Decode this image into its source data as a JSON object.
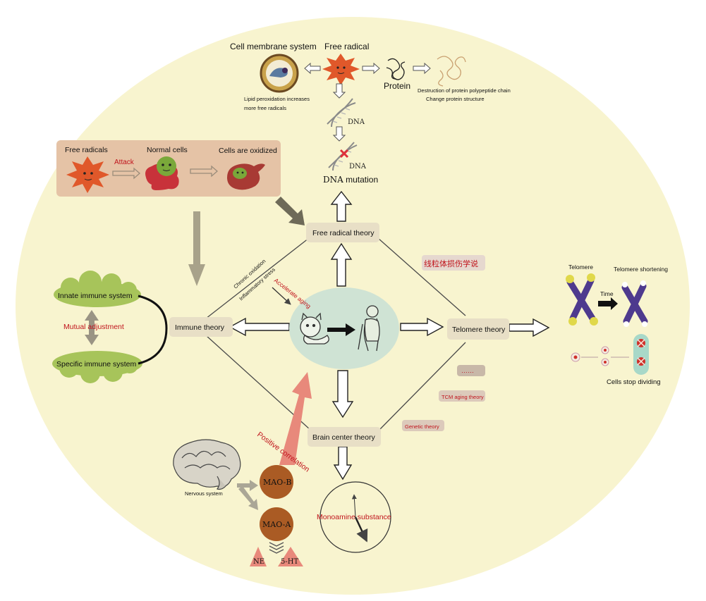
{
  "colors": {
    "background": "#f8f4cf",
    "box": "#e8dfc6",
    "cloud": "#a7c45a",
    "center": "#cfe3d4",
    "red_text": "#c0141c",
    "enzyme": "#b8652a",
    "pink_arrow": "#e8897b",
    "line": "#555555"
  },
  "top": {
    "cell_membrane_system": "Cell membrane system",
    "free_radical": "Free radical",
    "protein": "Protein",
    "lipid_line1": "Lipid peroxidation increases",
    "lipid_line2": "more free radicals",
    "destruction_line1": "Destruction of protein polypeptide chain",
    "destruction_line2": "Change protein structure",
    "dna1": "DNA",
    "dna2": "DNA",
    "dna_mutation_prefix": "DNA",
    "dna_mutation_suffix": " mutation"
  },
  "attack_panel": {
    "free_radicals": "Free radicals",
    "attack": "Attack",
    "normal_cells": "Normal cells",
    "oxidized": "Cells are oxidized"
  },
  "theories": {
    "free_radical": "Free radical theory",
    "immune": "Immune theory",
    "telomere": "Telomere theory",
    "brain_center": "Brain center theory"
  },
  "side_labels": {
    "mitochondria": "线粒体损伤学说",
    "ellipsis": "……",
    "tcm": "TCM aging theory",
    "genetic": "Genetic theory",
    "chronic_oxidation": "Chronic oxidation",
    "inflammatory_stress": "Inflammatory stress",
    "accelerate_aging": "Accelerate aging"
  },
  "immune": {
    "innate": "Innate immune system",
    "mutual": "Mutual adjustment",
    "specific": "Specific immune system"
  },
  "telomere_panel": {
    "telomere": "Telomere",
    "shortening": "Telomere shortening",
    "time": "Time",
    "stop": "Cells stop dividing"
  },
  "brain": {
    "positive": "Positive correlation",
    "nervous": "Nervous system",
    "mao_b": "MAO-B",
    "mao_a": "MAO-A",
    "ne": "NE",
    "ht": "5-HT",
    "monoamine": "Monoamine substance"
  }
}
